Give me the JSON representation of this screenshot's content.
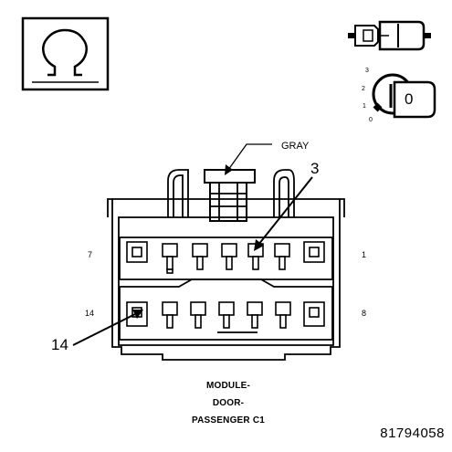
{
  "figure": {
    "symbol": {
      "icon": "omega-resistance-icon"
    },
    "connector_icon": {
      "icon": "connector-plug-icon"
    },
    "key_switch_icon": {
      "icon": "ignition-key-icon",
      "positions": [
        "3",
        "2",
        "1",
        "0"
      ],
      "key_label": "0"
    },
    "callouts": {
      "gray": "GRAY",
      "pin_3": "3",
      "pin_14": "14",
      "pin_7": "7",
      "pin_1": "1",
      "pin_14_side": "14",
      "pin_8": "8"
    },
    "caption": [
      "MODULE-",
      "DOOR-",
      "PASSENGER C1"
    ],
    "part_number": "81794058"
  }
}
